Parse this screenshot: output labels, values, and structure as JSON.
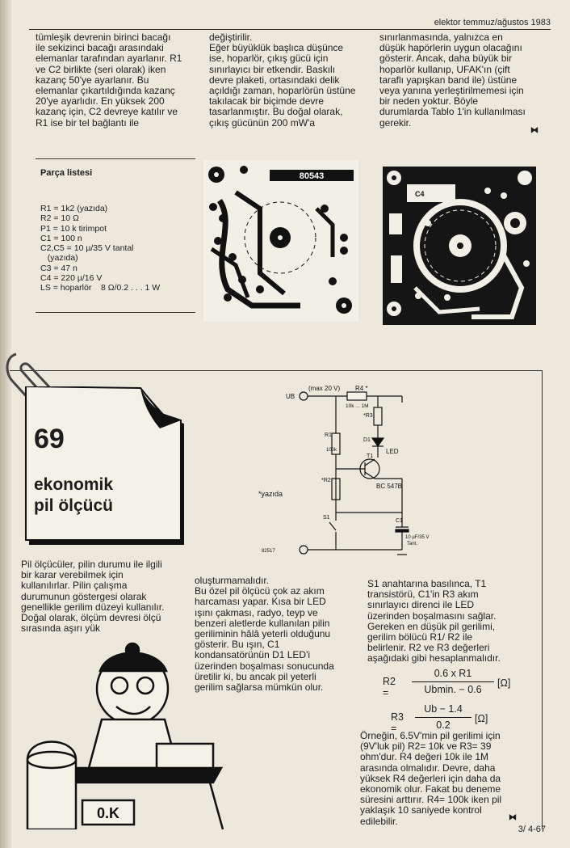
{
  "header": {
    "text": "elektor temmuz/ağustos 1983"
  },
  "top": {
    "col1": "tümleşik devrenin birinci bacağı\nile sekizinci bacağı arasındaki\nelemanlar tarafından ayarlanır. R1\nve C2 birlikte (seri olarak) iken\nkazanç 50'ye ayarlanır. Bu\nelemanlar çıkartıldığında kazanç\n20'ye ayarlıdır. En yüksek 200\nkazanç için, C2 devreye katılır ve\nR1 ise bir tel bağlantı ile",
    "col2": "değiştirilir.\nEğer büyüklük başlıca düşünce\nise, hoparlör, çıkış gücü için\nsınırlayıcı bir etkendir. Baskılı\ndevre plaketi, ortasındaki delik\naçıldığı zaman, hoparlörün üstüne\ntakılacak bir biçimde devre\ntasarlanmıştır. Bu doğal olarak,\nçıkış gücünün 200 mW'a",
    "col3": "sınırlanmasında, yalnızca en\ndüşük hapörlerin uygun olacağını\ngösterir. Ancak, daha büyük bir\nhoparlör kullanıp, UFAK'ın (çift\ntaraflı yapışkan band ile) üstüne\nveya yanına yerleştirilmemesi için\nbir neden yoktur. Böyle\ndurumlarda Tablo 1'in kullanılması\ngerekir."
  },
  "parts": {
    "title": "Parça listesi",
    "items": [
      "R1 = 1k2 (yazıda)",
      "R2 = 10 Ω",
      "P1 = 10 k tirimpot",
      "C1 = 100 n",
      "C2,C5 = 10 µ/35 V tantal",
      "   (yazıda)",
      "C3 = 47 n",
      "C4 = 220 µ/16 V",
      "LS = hoparlör    8 Ω/0.2 . . . 1 W"
    ]
  },
  "pcb": {
    "label": "80543"
  },
  "article": {
    "number": "69",
    "title_line1": "ekonomik",
    "title_line2": "pil ölçücü",
    "circuit": {
      "ub": "UB",
      "max": "(max 20 V)",
      "r4": "R4 *",
      "r4_range": "10k ... 1M",
      "r3": "*R3",
      "r1": "R1",
      "r1_val": "100k",
      "d1": "D1",
      "led": "LED",
      "t1": "T1",
      "transistor": "BC 547B",
      "r2": "*R2",
      "yazida": "*yazıda",
      "s1": "S1",
      "c1": "C1",
      "c1_val": "10 µF/35 V",
      "tant": "Tant.",
      "code": "82517"
    },
    "col1": "Pil ölçücüler, pilin durumu ile ilgili\nbir karar verebilmek için\nkullanılırlar. Pilin çalışma\ndurumunun göstergesi olarak\ngenellikle gerilim düzeyi kullanılır.\nDoğal olarak, ölçüm devresi ölçü\nsırasında aşırı yük",
    "col2": "oluşturmamalıdır.\nBu özel pil ölçücü çok az akım\nharcaması yapar. Kısa bir LED\nışını çakması, radyo, teyp ve\nbenzeri aletlerde kullanılan pilin\ngeriliminin hâlâ yeterli olduğunu\ngösterir. Bu ışın, C1\nkondansatörünün D1 LED'i\nüzerinden boşalması sonucunda\nüretilir ki, bu ancak pil yeterli\ngerilim sağlarsa mümkün olur.",
    "col3a": "S1 anahtarına basılınca, T1\ntransistörü, C1'in R3 akım\nsınırlayıcı direnci ile LED\nüzerinden boşalmasını sağlar.\nGereken en düşük pil gerilimi,\ngerilim bölücü R1/ R2 ile\nbelirlenir. R2 ve R3 değerleri\naşağıdaki gibi hesaplanmalıdır.",
    "f1_lhs": "R2 =",
    "f1_num": "0.6 x R1",
    "f1_den": "Ubmin. − 0.6",
    "f1_unit": "[Ω]",
    "f2_lhs": "R3 =",
    "f2_num": "Ub − 1.4",
    "f2_den": "0.2",
    "f2_unit": "[Ω]",
    "col3b": "Örneğin, 6.5V'min pil gerilimi için\n(9V'luk pil) R2= 10k ve R3= 39\nohm'dur. R4 değeri 10k ile 1M\narasında olmalıdır. Devre, daha\nyüksek R4 değerleri için daha da\nekonomik olur. Fakat bu deneme\nsüresini arttırır. R4= 100k iken pil\nyaklaşık 10 saniyede kontrol\nedilebilir.",
    "cartoon_text": "0.K"
  },
  "footer": {
    "page": "3/ 4-67"
  }
}
